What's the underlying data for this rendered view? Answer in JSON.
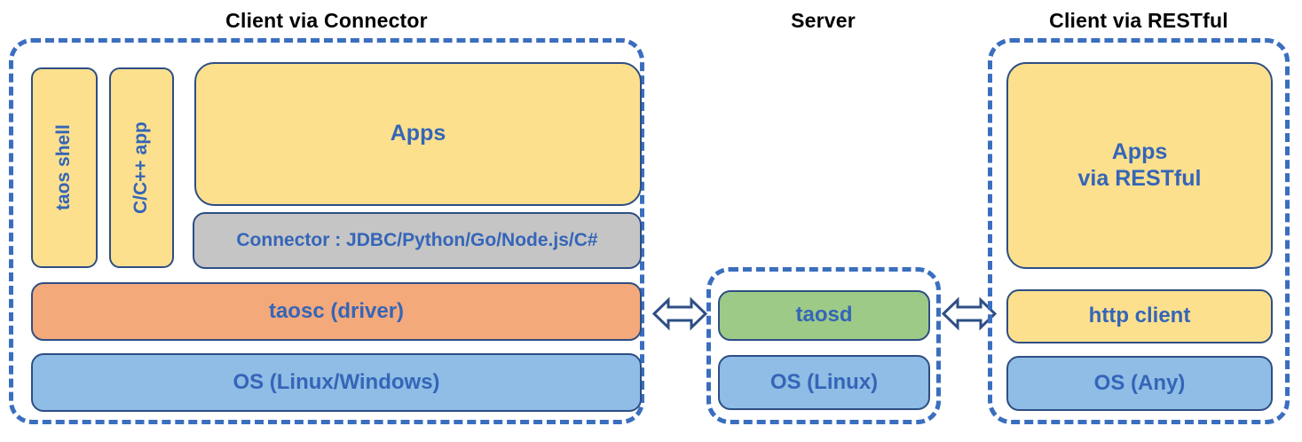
{
  "diagram": {
    "title_color": "#000000",
    "label_color": "#3565B8",
    "dashed_border_color": "#3A6EBF",
    "node_border_color": "#2E4E84",
    "palette": {
      "yellow": "#FCE08E",
      "orange": "#F4A97A",
      "blue": "#8FBDE5",
      "green": "#9DCA87",
      "gray": "#C5C5C5"
    }
  },
  "panels": {
    "client_connector": {
      "title": "Client via Connector",
      "nodes": {
        "taos_shell": "taos shell",
        "cpp_app": "C/C++ app",
        "apps": "Apps",
        "connector": "Connector : JDBC/Python/Go/Node.js/C#",
        "taosc": "taosc (driver)",
        "os": "OS (Linux/Windows)"
      }
    },
    "server": {
      "title": "Server",
      "nodes": {
        "taosd": "taosd",
        "os": "OS (Linux)"
      }
    },
    "client_restful": {
      "title": "Client via RESTful",
      "nodes": {
        "apps_line1": "Apps",
        "apps_line2": "via RESTful",
        "http_client": "http client",
        "os": "OS (Any)"
      }
    }
  },
  "connectors": {
    "left_arrow": "double-headed-arrow",
    "right_arrow": "double-headed-arrow"
  }
}
